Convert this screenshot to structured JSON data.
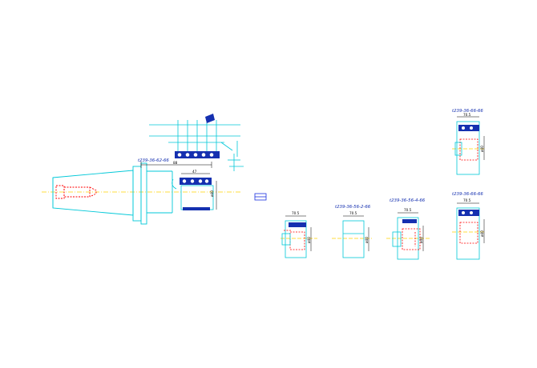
{
  "drawing": {
    "colors": {
      "cyan": "#00c8d8",
      "red": "#ff0000",
      "blue": "#1a2fe0",
      "navy": "#1530b0",
      "yellow": "#ffd400",
      "black": "#000000"
    },
    "main_view": {
      "part_label": "t239-36-62-66",
      "dim_a": "88",
      "dim_b": "47",
      "dim_side": "ø40"
    },
    "details": [
      {
        "part_label": "",
        "width_dim": "70.5",
        "side_dim": "ø40"
      },
      {
        "part_label": "t239-36-56-2-66",
        "width_dim": "70.5",
        "side_dim": "ø40"
      },
      {
        "part_label": "t239-36-56-4-66",
        "width_dim": "70.5",
        "side_dim": "ø40"
      },
      {
        "part_label": "t239-36-66-66",
        "width_dim": "70.5",
        "side_dim": "ø40"
      },
      {
        "part_label": "t239-36-66-66",
        "width_dim": "70.5",
        "side_dim": "ø40"
      }
    ]
  }
}
